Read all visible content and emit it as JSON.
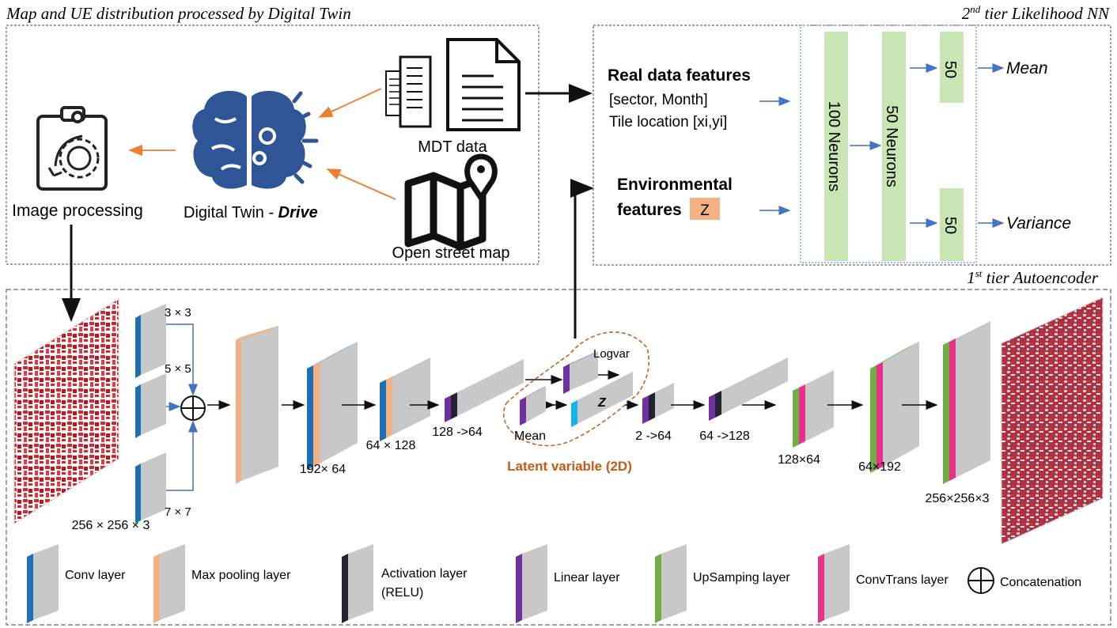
{
  "top_left_panel": {
    "title": "Map and UE distribution processed by Digital Twin",
    "image_processing_label": "Image processing",
    "digital_twin_label": "Digital Twin - ",
    "digital_twin_bold": "Drive",
    "mdt_label": "MDT data",
    "osm_label": "Open street map"
  },
  "top_right_panel": {
    "title_prefix": "2",
    "title_sup": "nd",
    "title_suffix": " tier Likelihood NN",
    "real_features_title": "Real data features",
    "real_features_line1": "[sector, Month]",
    "real_features_line2": "Tile location [xi,yi]",
    "env_features_title": "Environmental",
    "env_features_title2": "features",
    "env_z": "Z",
    "layer1": "100 Neurons",
    "layer2": "50 Neurons",
    "out_top": "50",
    "out_bottom": "50",
    "mean_label": "Mean",
    "variance_label": "Variance"
  },
  "bottom_panel": {
    "title_prefix": "1",
    "title_sup": "st",
    "title_suffix": " tier Autoencoder",
    "input_dims": "256 × 256 × 3",
    "k3": "3 × 3",
    "k5": "5 × 5",
    "k7": "7 × 7",
    "dim_192x64": "192× 64",
    "dim_64x128": "64 × 128",
    "dim_128_64": "128 ->64",
    "mean": "Mean",
    "logvar": "Logvar",
    "z": "Z",
    "latent": "Latent variable (2D)",
    "dim_2_64": "2 ->64",
    "dim_64_128": "64 ->128",
    "dim_128x64": "128×64",
    "dim_64x192": "64×192",
    "output_dims": "256×256×3"
  },
  "legend": {
    "conv": "Conv layer",
    "maxpool": "Max pooling layer",
    "activation_1": "Activation layer",
    "activation_2": "(RELU)",
    "linear": "Linear layer",
    "upsampling": "UpSamping layer",
    "convtrans": "ConvTrans layer",
    "concat": "Concatenation"
  },
  "colors": {
    "conv": "#1f6fb5",
    "maxpool": "#f4b183",
    "activation": "#222233",
    "linear": "#7030a0",
    "upsampling": "#70ad47",
    "convtrans": "#e8308a",
    "z_block": "#16b4e6",
    "neuron": "#c8e6b4",
    "arrow_orange": "#ed7d31",
    "arrow_blue": "#4472c4",
    "latent_text": "#c55a11",
    "brain": "#2f5597"
  }
}
